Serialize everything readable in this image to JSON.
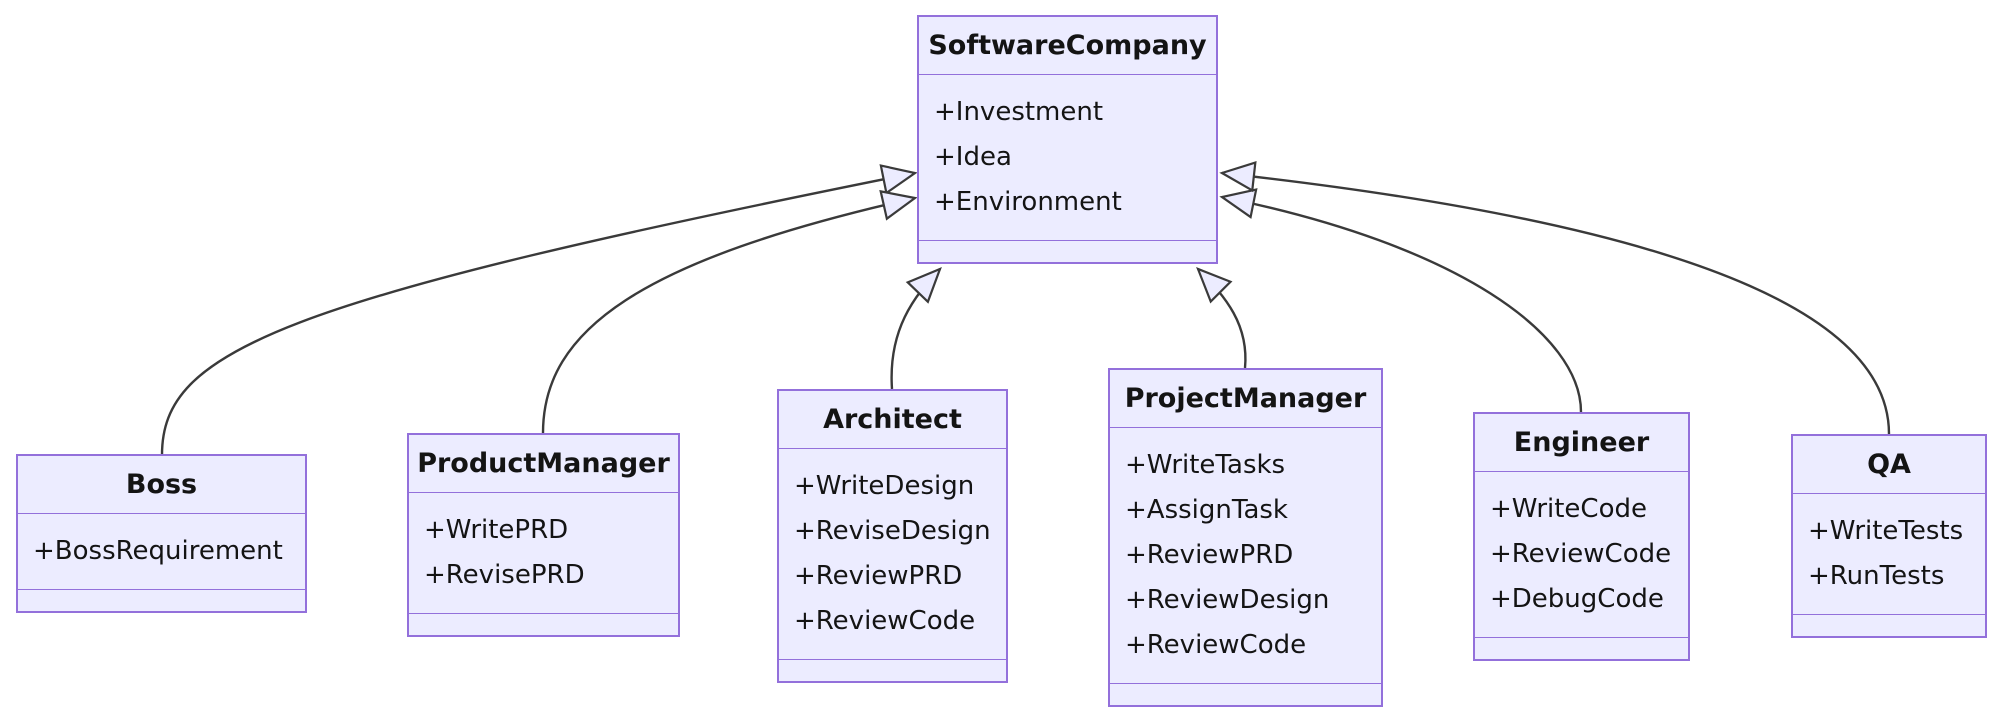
{
  "diagram": {
    "type": "uml-class-diagram",
    "colors": {
      "box_fill": "#ECECFF",
      "box_border": "#9370DB",
      "edge_stroke": "#3a3a3a",
      "text": "#141414",
      "background": "#ffffff"
    },
    "classes": {
      "software_company": {
        "name": "SoftwareCompany",
        "attributes": [
          "+Investment",
          "+Idea",
          "+Environment"
        ]
      },
      "boss": {
        "name": "Boss",
        "attributes": [
          "+BossRequirement"
        ]
      },
      "product_manager": {
        "name": "ProductManager",
        "attributes": [
          "+WritePRD",
          "+RevisePRD"
        ]
      },
      "architect": {
        "name": "Architect",
        "attributes": [
          "+WriteDesign",
          "+ReviseDesign",
          "+ReviewPRD",
          "+ReviewCode"
        ]
      },
      "project_manager": {
        "name": "ProjectManager",
        "attributes": [
          "+WriteTasks",
          "+AssignTask",
          "+ReviewPRD",
          "+ReviewDesign",
          "+ReviewCode"
        ]
      },
      "engineer": {
        "name": "Engineer",
        "attributes": [
          "+WriteCode",
          "+ReviewCode",
          "+DebugCode"
        ]
      },
      "qa": {
        "name": "QA",
        "attributes": [
          "+WriteTests",
          "+RunTests"
        ]
      }
    },
    "relations": [
      {
        "from": "Boss",
        "to": "SoftwareCompany",
        "type": "inheritance"
      },
      {
        "from": "ProductManager",
        "to": "SoftwareCompany",
        "type": "inheritance"
      },
      {
        "from": "Architect",
        "to": "SoftwareCompany",
        "type": "inheritance"
      },
      {
        "from": "ProjectManager",
        "to": "SoftwareCompany",
        "type": "inheritance"
      },
      {
        "from": "Engineer",
        "to": "SoftwareCompany",
        "type": "inheritance"
      },
      {
        "from": "QA",
        "to": "SoftwareCompany",
        "type": "inheritance"
      }
    ]
  }
}
